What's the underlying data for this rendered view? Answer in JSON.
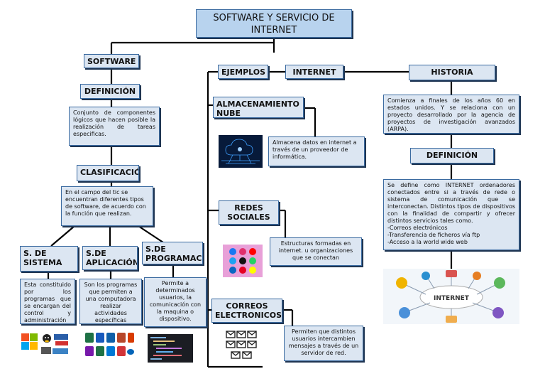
{
  "title": "SOFTWARE Y SERVICIO DE INTERNET",
  "software": {
    "label": "SOFTWARE",
    "definicion_label": "DEFINICIÓN",
    "definicion_text": "Conjunto de componentes lógicos que hacen posible la realización de tareas especificas.",
    "clasificacion_label": "CLASIFICACIÓN",
    "clasificacion_text": "En el campo del tic se encuentran diferentes tipos de software, de acuerdo con la función que realizan.",
    "sistema_label": "S. DE SISTEMA",
    "sistema_text": "Esta constituido por los programas que se encargan del control y administración",
    "aplicacion_label": "S.DE APLICACIÓN",
    "aplicacion_text": "Son los programas que permiten a una computadora realizar actividades específicas",
    "programacion_label": "S.DE PROGRAMACIÓN",
    "programacion_text": "Permite a determinados usuarios, la comunicación con la maquina o dispositivo."
  },
  "ejemplos": {
    "label": "EJEMPLOS",
    "almacenamiento_label": "ALMACENAMIENTO NUBE",
    "almacenamiento_text": "Almacena datos en internet a través de un proveedor de informática.",
    "redes_label": "REDES SOCIALES",
    "redes_text": "Estructuras formadas en internet. u organizaciones que se conectan",
    "correos_label": "CORREOS ELECTRONICOS",
    "correos_text": "Permiten que distintos usuarios intercambien mensajes a través de un servidor de red."
  },
  "internet": {
    "label": "INTERNET",
    "historia_label": "HISTORIA",
    "historia_text": "Comienza a finales de los años 60 en estados unidos. Y se relaciona con un proyecto desarrollado por la agencia de proyectos de investigación avanzados (ARPA).",
    "definicion_label": "DEFINICIÓN",
    "definicion_lines": [
      "Se define como INTERNET ordenadores conectados entre si a través de rede o sistema de comunicación que se interconectan. Distintos tipos de dispositivos con la finalidad de compartir y ofrecer distintos servicios tales como.",
      "-Correos electrónicos",
      "-Transferencia de ficheros vía ftp",
      "-Acceso a la world wide web"
    ],
    "image_word": "INTERNET"
  },
  "colors": {
    "box_fill": "#dce6f2",
    "title_fill": "#b8d3ee",
    "border": "#3a6aa0",
    "shadow": "#1f3552",
    "connector": "#000000"
  }
}
